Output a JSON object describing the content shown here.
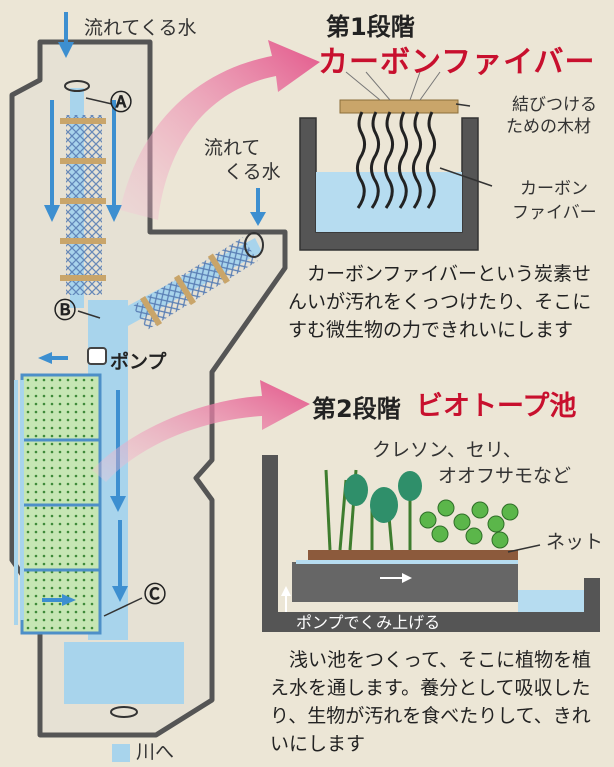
{
  "labels": {
    "water_in_top": "流れてくる水",
    "water_in_mid_1": "流れて",
    "water_in_mid_2": "くる水",
    "marker_a": "Ⓐ",
    "marker_b": "Ⓑ",
    "marker_c": "Ⓒ",
    "pump": "ポンプ",
    "to_river": "川へ"
  },
  "stage1": {
    "heading": "第1段階",
    "title": "カーボンファイバー",
    "wood_label_1": "結びつける",
    "wood_label_2": "ための木材",
    "fiber_label_1": "カーボン",
    "fiber_label_2": "ファイバー",
    "description": "カーボンファイバーという炭素せんいが汚れをくっつけたり、そこにすむ微生物の力できれいにします"
  },
  "stage2": {
    "heading": "第2段階",
    "title": "ビオトープ池",
    "plants_1": "クレソン、セリ、",
    "plants_2": "オオフサモなど",
    "net": "ネット",
    "pump_up": "ポンプでくみ上げる",
    "description": "浅い池をつくって、そこに植物を植え水を通します。養分として吸収したり、生物が汚れを食べたりして、きれいにします"
  },
  "colors": {
    "water": "#a8d4ec",
    "arrow_blue": "#3d8fd0",
    "pink_arrow": "#e3568a",
    "wall": "#555555",
    "wood": "#c9a56a",
    "filter_green": "#c6e6b4",
    "title_red": "#c8102e"
  }
}
